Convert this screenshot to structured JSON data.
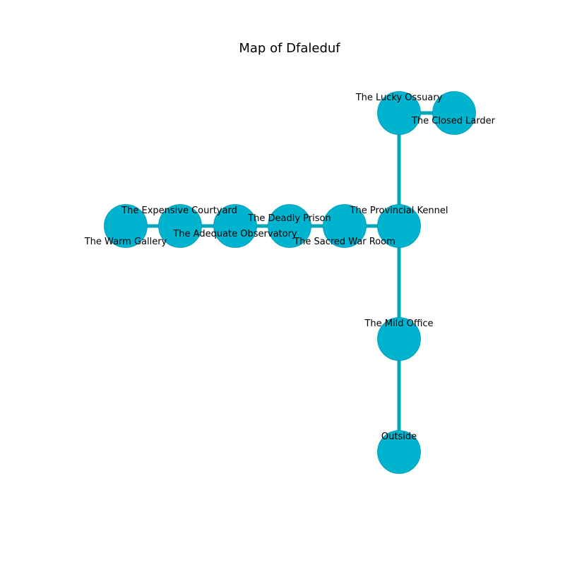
{
  "title": "Map of Dfaleduf",
  "colors": {
    "node_fill": "#00b4cf",
    "node_stroke": "#0099b3",
    "edge": "#00a9b8",
    "text": "#000000"
  },
  "rooms": [
    {
      "id": "lucky-ossuary",
      "name": "The Lucky Ossuary"
    },
    {
      "id": "closed-larder",
      "name": "The Closed Larder"
    },
    {
      "id": "warm-gallery",
      "name": "The Warm Gallery"
    },
    {
      "id": "expensive-courtyard",
      "name": "The Expensive Courtyard"
    },
    {
      "id": "adequate-observatory",
      "name": "The Adequate Observatory"
    },
    {
      "id": "deadly-prison",
      "name": "The Deadly Prison"
    },
    {
      "id": "sacred-war-room",
      "name": "The Sacred War Room"
    },
    {
      "id": "provincial-kennel",
      "name": "The Provincial Kennel"
    },
    {
      "id": "mild-office",
      "name": "The Mild Office"
    },
    {
      "id": "outside",
      "name": "Outside"
    }
  ],
  "connections": [
    [
      "lucky-ossuary",
      "closed-larder"
    ],
    [
      "lucky-ossuary",
      "provincial-kennel"
    ],
    [
      "warm-gallery",
      "expensive-courtyard"
    ],
    [
      "expensive-courtyard",
      "adequate-observatory"
    ],
    [
      "adequate-observatory",
      "deadly-prison"
    ],
    [
      "deadly-prison",
      "sacred-war-room"
    ],
    [
      "sacred-war-room",
      "provincial-kennel"
    ],
    [
      "provincial-kennel",
      "mild-office"
    ],
    [
      "mild-office",
      "outside"
    ]
  ]
}
